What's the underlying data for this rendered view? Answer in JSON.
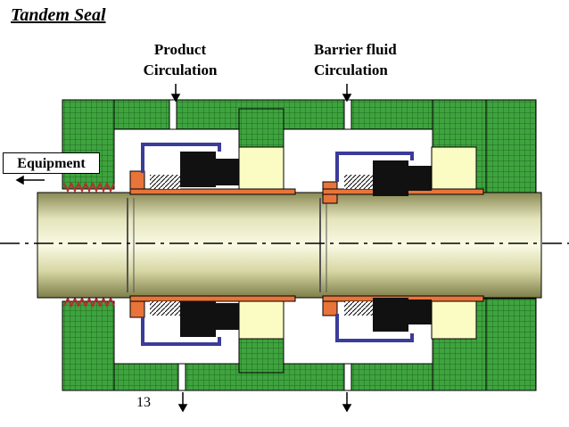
{
  "title": "Tandem Seal",
  "labels": {
    "product_line1": "Product",
    "product_line2": "Circulation",
    "barrier_line1": "Barrier fluid",
    "barrier_line2": "Circulation",
    "equipment": "Equipment"
  },
  "page_number": "13",
  "colors": {
    "housing": "#2e8b2e",
    "housing_dark": "#1e5e1e",
    "shaft_light": "#f2f2d8",
    "shaft_mid": "#d7d7a6",
    "shaft_dark": "#8a8a55",
    "sleeve": "#e8743a",
    "spring": "#3b3b9a",
    "seal_face": "#111111",
    "stationary_ring": "#fbfbc4",
    "labyrinth": "#c0392b"
  }
}
